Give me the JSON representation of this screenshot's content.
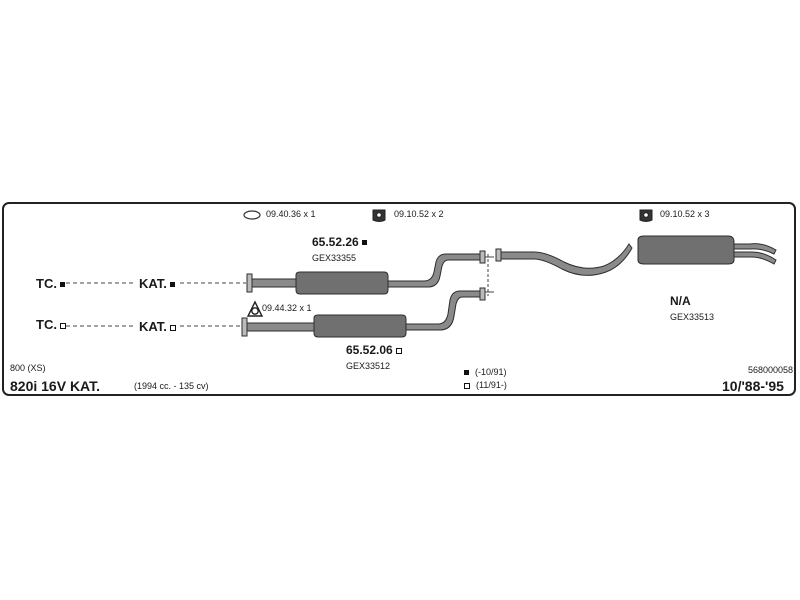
{
  "legend": {
    "filled_symbol": "■",
    "filled_range": "(-10/91)",
    "open_symbol": "▫",
    "open_range": "(11/91-)"
  },
  "accessories": {
    "gasket": "09.40.36 x 1",
    "hanger_front": "09.10.52 x 2",
    "hanger_rear": "09.10.52 x 3",
    "flange_gasket": "09.44.32 x 1"
  },
  "parts": {
    "front_upper": {
      "code": "65.52.26",
      "ref": "GEX33355"
    },
    "front_lower": {
      "code": "65.52.06",
      "ref": "GEX33512"
    },
    "rear": {
      "code": "N/A",
      "ref": "GEX33513"
    }
  },
  "labels": {
    "tc_upper": "TC.",
    "kat_upper": "KAT.",
    "tc_lower": "TC.",
    "kat_lower": "KAT."
  },
  "vehicle": {
    "series": "800 (XS)",
    "model": "820i 16V KAT.",
    "engine": "(1994 cc. - 135 cv)",
    "years": "10/'88-'95",
    "diagram_number": "568000058"
  },
  "colors": {
    "pipe": "#8a8a8a",
    "pipe_outline": "#2e2e2e",
    "muffler": "#707070",
    "border": "#222222"
  }
}
